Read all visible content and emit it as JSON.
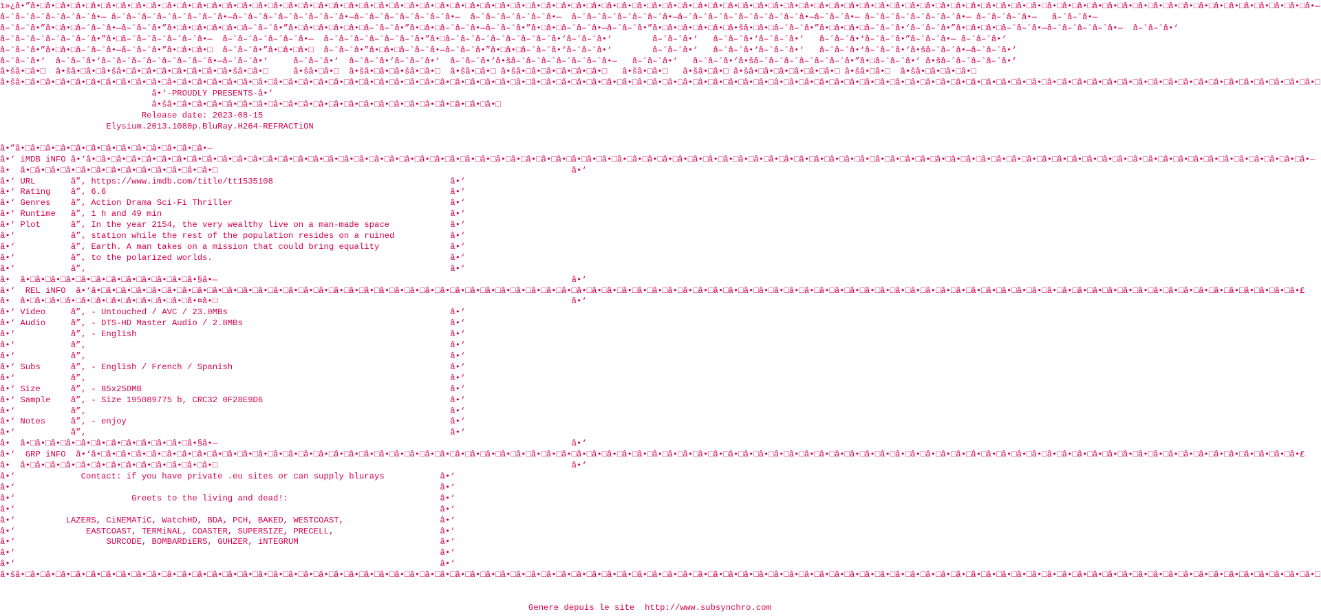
{
  "colors": {
    "text": "#d4004f",
    "background": "#ffffff"
  },
  "lines": [
    {
      "t": "ï»¿â•”â•□â•□â•□â•□â•□â•□â•□â•□â•□â•□â•□â•□â•□â•□â•□â•□â•□â•□â•□â•□â•□â•□â•□â•□â•□â•□â•□â•□â•□â•□â•□â•□â•□â•□â•□â•□â•□â•□â•□â•□â•□â•□â•□â•□â•□â•□â•□â•□â•□â•□â•□â•□â•□â•□â•□â•□â•□â•□â•□â•□â•□â•□â•□â•□â•□â•□â•□â•□â•□â•□â•□â•□â•□â•□â•□â•□â•□â•□â•□â•□â•□â•□â•□â•□â•—"
    },
    {
      "t": "â–ˆâ–ˆâ–ˆâ–ˆâ–ˆâ–ˆâ•— â–ˆâ–ˆâ–ˆâ–ˆâ–ˆâ–ˆâ–ˆâ•—â–ˆâ–ˆâ–ˆâ–ˆâ–ˆâ–ˆâ–ˆâ•—â–ˆâ–ˆâ–ˆâ–ˆâ–ˆâ–ˆâ•—  â–ˆâ–ˆâ–ˆâ–ˆâ–ˆâ•—  â–ˆâ–ˆâ–ˆâ–ˆâ–ˆâ–ˆâ•—â–ˆâ–ˆâ–ˆâ–ˆâ–ˆâ–ˆâ–ˆâ–ˆâ•—â–ˆâ–ˆâ•— â–ˆâ–ˆâ–ˆâ–ˆâ–ˆâ–ˆâ•— â–ˆâ–ˆâ–ˆâ•—   â–ˆâ–ˆâ•—"
    },
    {
      "t": "â–ˆâ–ˆâ•”â•□â•□â–ˆâ–ˆâ•—â–ˆâ–ˆâ•”â•□â•□â•□â•□â•□â–ˆâ–ˆâ•”â•□â•□â•□â•□â•□â–ˆâ–ˆâ•”â•□â•□â–ˆâ–ˆâ•—â–ˆâ–ˆâ•”â•□â•□â–ˆâ–ˆâ•—â–ˆâ–ˆâ•”â•□â•□â•□â•□â•□â•šâ•□â•□â–ˆâ–ˆâ•”â•□â•□â•□â–ˆâ–ˆâ•‘â–ˆâ–ˆâ•”â•□â•□â•□â–ˆâ–ˆâ•—â–ˆâ–ˆâ–ˆâ–ˆâ•—  â–ˆâ–ˆâ•‘"
    },
    {
      "t": "â–ˆâ–ˆâ–ˆâ–ˆâ–ˆâ–ˆâ•”â•□â–ˆâ–ˆâ–ˆâ–ˆâ–ˆâ•—  â–ˆâ–ˆâ–ˆâ–ˆâ–ˆâ•—  â–ˆâ–ˆâ–ˆâ–ˆâ–ˆâ–ˆâ•”â•□â–ˆâ–ˆâ–ˆâ–ˆâ–ˆâ–ˆâ–ˆâ•‘â–ˆâ–ˆâ•‘        â–ˆâ–ˆâ•‘   â–ˆâ–ˆâ•‘â–ˆâ–ˆâ•‘   â–ˆâ–ˆâ•‘â–ˆâ–ˆâ•”â–ˆâ–ˆâ•— â–ˆâ–ˆâ•‘"
    },
    {
      "t": "â–ˆâ–ˆâ•”â•□â•□â–ˆâ–ˆâ•—â–ˆâ–ˆâ•”â•□â•□â•□  â–ˆâ–ˆâ•”â•□â•□â•□  â–ˆâ–ˆâ•”â•□â•□â–ˆâ–ˆâ•—â–ˆâ–ˆâ•”â•□â•□â–ˆâ–ˆâ•‘â–ˆâ–ˆâ•‘        â–ˆâ–ˆâ•‘   â–ˆâ–ˆâ•‘â–ˆâ–ˆâ•‘   â–ˆâ–ˆâ•‘â–ˆâ–ˆâ•‘â•šâ–ˆâ–ˆâ•—â–ˆâ–ˆâ•‘"
    },
    {
      "t": "â–ˆâ–ˆâ•‘  â–ˆâ–ˆâ•‘â–ˆâ–ˆâ–ˆâ–ˆâ–ˆâ–ˆâ–ˆâ•—â–ˆâ–ˆâ•‘     â–ˆâ–ˆâ•‘  â–ˆâ–ˆâ•‘â–ˆâ–ˆâ•‘  â–ˆâ–ˆâ•‘â•šâ–ˆâ–ˆâ–ˆâ–ˆâ–ˆâ–ˆâ•—   â–ˆâ–ˆâ•‘   â–ˆâ–ˆâ•‘â•šâ–ˆâ–ˆâ–ˆâ–ˆâ–ˆâ–ˆâ•”â•□â–ˆâ–ˆâ•‘ â•šâ–ˆâ–ˆâ–ˆâ–ˆâ•‘"
    },
    {
      "t": "â•šâ•□â•□  â•šâ•□â•□â•šâ•□â•□â•□â•□â•□â•□â•□â•šâ•□â•□     â•šâ•□â•□  â•šâ•□â•□â•šâ•□â•□  â•šâ•□â•□ â•šâ•□â•□â•□â•□â•□â•□   â•šâ•□â•□   â•šâ•□â•□ â•šâ•□â•□â•□â•□â•□â•□ â•šâ•□â•□  â•šâ•□â•□â•□â•□"
    },
    {
      "t": "â•šâ•□â•□â•□â•□â•□â•□â•□â•□â•□â•□â•□â•□â•□â•□â•□â•□â•□â•□â•□â•□â•□â•□â•□â•□â•□â•□â•□â•□â•□â•□â•□â•□â•□â•□â•□â•□â•□â•□â•□â•□â•□â•□â•□â•□â•□â•□â•□â•□â•□â•□â•□â•□â•□â•□â•□â•□â•□â•□â•□â•□â•□â•□â•□â•□â•□â•□â•□â•□â•□â•□â•□â•□â•□â•□â•□â•□â•□â•□â•□â•□â•□â•□â•□â•□â•□â•□"
    },
    {
      "t": "                              â•‘-PROUDLY PRESENTS-â•‘"
    },
    {
      "t": "                              â•šâ•□â•□â•□â•□â•□â•□â•□â•□â•□â•□â•□â•□â•□â•□â•□â•□â•□â•□â•□â•□â•□â•□"
    },
    {
      "t": "                            Release date: 2023-08-15"
    },
    {
      "t": "                     Elysium.2013.1080p.BluRay.H264-REFRACTiON"
    },
    {
      "t": ""
    },
    {
      "t": "â•”â•□â•□â•□â•□â•□â•□â•□â•□â•□â•□â•□â•□â•—"
    },
    {
      "t": "â•‘ iMDB iNFO â•‘â•□â•□â•□â•□â•□â•□â•□â•□â•□â•□â•□â•□â•□â•□â•□â•□â•□â•□â•□â•□â•□â•□â•□â•□â•□â•□â•□â•□â•□â•□â•□â•□â•□â•□â•□â•□â•□â•□â•□â•□â•□â•□â•□â•□â•□â•□â•□â•□â•□â•□â•□â•□â•□â•□â•□â•□â•□â•□â•□â•□â•□â•□â•□â•□â•□â•□â•□â•□â•□â•□â•□â•□â•□â•□â•□â•□â•□â•□â•□â•□â•—"
    },
    {
      "t": "â•  â•□â•□â•□â•□â•□â•□â•□â•□â•□â•□â•□â•□â•□",
      "r": "â•‘",
      "k": "head"
    },
    {
      "t": "â•‘ URL       â”‚ https://www.imdb.com/title/tt1535108",
      "r": "â•‘",
      "k": "box"
    },
    {
      "t": "â•‘ Rating    â”‚ 6.6",
      "r": "â•‘",
      "k": "box"
    },
    {
      "t": "â•‘ Genres    â”‚ Action Drama Sci-Fi Thriller",
      "r": "â•‘",
      "k": "box"
    },
    {
      "t": "â•‘ Runtime   â”‚ 1 h and 49 min",
      "r": "â•‘",
      "k": "box"
    },
    {
      "t": "â•‘ Plot      â”‚ In the year 2154, the very wealthy live on a man-made space",
      "r": "â•‘",
      "k": "box"
    },
    {
      "t": "â•‘           â”‚ station while the rest of the population resides on a ruined",
      "r": "â•‘",
      "k": "box"
    },
    {
      "t": "â•‘           â”‚ Earth. A man takes on a mission that could bring equality",
      "r": "â•‘",
      "k": "box"
    },
    {
      "t": "â•‘           â”‚ to the polarized worlds.",
      "r": "â•‘",
      "k": "box"
    },
    {
      "t": "â•‘           â”‚",
      "r": "â•‘",
      "k": "box"
    },
    {
      "t": "â•  â•□â•□â•□â•□â•□â•□â•□â•□â•□â•□â•□â•§â•—",
      "r": "â•‘",
      "k": "head"
    },
    {
      "t": "â•‘  REL iNFO  â•‘â•□â•□â•□â•□â•□â•□â•□â•□â•□â•□â•□â•□â•□â•□â•□â•□â•□â•□â•□â•□â•□â•□â•□â•□â•□â•□â•□â•□â•□â•□â•□â•□â•□â•□â•□â•□â•□â•□â•□â•□â•□â•□â•□â•□â•□â•□â•□â•□â•□â•□â•□â•□â•□â•□â•□â•□â•□â•□â•□â•□â•□â•□â•□â•□â•□â•□â•□â•□â•□â•□â•□â•□â•□â•□â•□â•□â•□â•□â•□â•£"
    },
    {
      "t": "â•  â•□â•□â•□â•□â•□â•□â•□â•□â•□â•□â•□â•¤â•□",
      "r": "â•‘",
      "k": "head"
    },
    {
      "t": "â•‘ Video     â”‚ - Untouched / AVC / 23.0MBs",
      "r": "â•‘",
      "k": "box"
    },
    {
      "t": "â•‘ Audio     â”‚ - DTS-HD Master Audio / 2.8MBs",
      "r": "â•‘",
      "k": "box"
    },
    {
      "t": "â•‘           â”‚ - English",
      "r": "â•‘",
      "k": "box"
    },
    {
      "t": "â•‘           â”‚",
      "r": "â•‘",
      "k": "box"
    },
    {
      "t": "â•‘           â”‚",
      "r": "â•‘",
      "k": "box"
    },
    {
      "t": "â•‘ Subs      â”‚ - English / French / Spanish",
      "r": "â•‘",
      "k": "box"
    },
    {
      "t": "â•‘           â”‚",
      "r": "â•‘",
      "k": "box"
    },
    {
      "t": "â•‘ Size      â”‚ - 85x250MB",
      "r": "â•‘",
      "k": "box"
    },
    {
      "t": "â•‘ Sample    â”‚ - Size 195089775 b, CRC32 0F28E9D6",
      "r": "â•‘",
      "k": "box"
    },
    {
      "t": "â•‘           â”‚",
      "r": "â•‘",
      "k": "box"
    },
    {
      "t": "â•‘ Notes     â”‚ - enjoy",
      "r": "â•‘",
      "k": "box"
    },
    {
      "t": "â•‘           â”‚",
      "r": "â•‘",
      "k": "box"
    },
    {
      "t": "â•  â•□â•□â•□â•□â•□â•□â•□â•□â•□â•□â•□â•§â•—",
      "r": "â•‘",
      "k": "head"
    },
    {
      "t": "â•‘  GRP iNFO  â•‘â•□â•□â•□â•□â•□â•□â•□â•□â•□â•□â•□â•□â•□â•□â•□â•□â•□â•□â•□â•□â•□â•□â•□â•□â•□â•□â•□â•□â•□â•□â•□â•□â•□â•□â•□â•□â•□â•□â•□â•□â•□â•□â•□â•□â•□â•□â•□â•□â•□â•□â•□â•□â•□â•□â•□â•□â•□â•□â•□â•□â•□â•□â•□â•□â•□â•□â•□â•□â•□â•□â•□â•□â•□â•□â•□â•□â•□â•□â•□â•£"
    },
    {
      "t": "â•  â•□â•□â•□â•□â•□â•□â•□â•□â•□â•□â•□â•□â•□",
      "r": "â•‘",
      "k": "head"
    },
    {
      "t": "â•‘             Contact: if you have private .eu sites or can supply blurays",
      "r": "â•‘",
      "k": "contact"
    },
    {
      "t": "â•‘",
      "r": "â•‘",
      "k": "contact"
    },
    {
      "t": "â•‘                       Greets to the living and dead!:",
      "r": "â•‘",
      "k": "contact"
    },
    {
      "t": "â•‘",
      "r": "â•‘",
      "k": "contact"
    },
    {
      "t": "â•‘          LAZERS, CiNEMATiC, WatchHD, BDA, PCH, BAKED, WESTCOAST,",
      "r": "â•‘",
      "k": "contact"
    },
    {
      "t": "â•‘              EASTCOAST, TERMiNAL, COASTER, SUPERSIZE, PRECELL,",
      "r": "â•‘",
      "k": "contact"
    },
    {
      "t": "â•‘                  SURCODE, BOMBARDiERS, GUHZER, iNTEGRUM",
      "r": "â•‘",
      "k": "contact"
    },
    {
      "t": "â•‘",
      "r": "â•‘",
      "k": "contact"
    },
    {
      "t": "â•‘",
      "r": "â•‘",
      "k": "contact"
    },
    {
      "t": "â•šâ•□â•□â•□â•□â•□â•□â•□â•□â•□â•□â•□â•□â•□â•□â•□â•□â•□â•□â•□â•□â•□â•□â•□â•□â•□â•□â•□â•□â•□â•□â•□â•□â•□â•□â•□â•□â•□â•□â•□â•□â•□â•□â•□â•□â•□â•□â•□â•□â•□â•□â•□â•□â•□â•□â•□â•□â•□â•□â•□â•□â•□â•□â•□â•□â•□â•□â•□â•□â•□â•□â•□â•□â•□â•□â•□â•□â•□â•□â•□â•□â•□â•□â•□â•□â•□â•□"
    }
  ],
  "footer": "Genere depuis le site  http://www.subsynchro.com"
}
